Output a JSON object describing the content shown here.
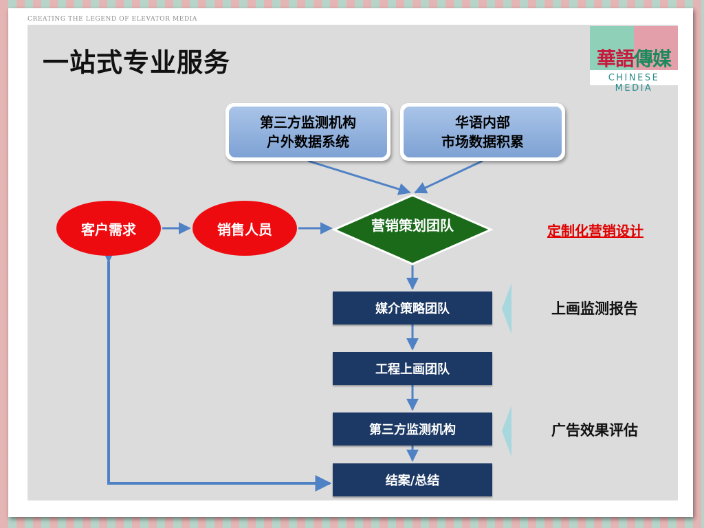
{
  "header": {
    "tagline": "CREATING THE LEGEND OF ELEVATOR MEDIA",
    "title": "一站式专业服务"
  },
  "logo": {
    "cn_part1": "華語",
    "cn_part2": "傳媒",
    "en": "CHINESE MEDIA"
  },
  "sources": [
    {
      "line1": "第三方监测机构",
      "line2": "户外数据系统"
    },
    {
      "line1": "华语内部",
      "line2": "市场数据积累"
    }
  ],
  "flow": {
    "client_need": "客户需求",
    "sales": "销售人员",
    "planning_team": "营销策划团队",
    "custom_design": "定制化营销设计",
    "steps": [
      "媒介策略团队",
      "工程上画团队",
      "第三方监测机构",
      "结案/总结"
    ],
    "monitoring_report": "上画监测报告",
    "effect_evaluation": "广告效果评估"
  },
  "colors": {
    "ellipse_red": "#ee0b10",
    "diamond_green": "#1a6a1a",
    "step_navy": "#1c3965",
    "arrow_blue": "#4f81c5",
    "chevron_cyan": "#a7d8de"
  }
}
